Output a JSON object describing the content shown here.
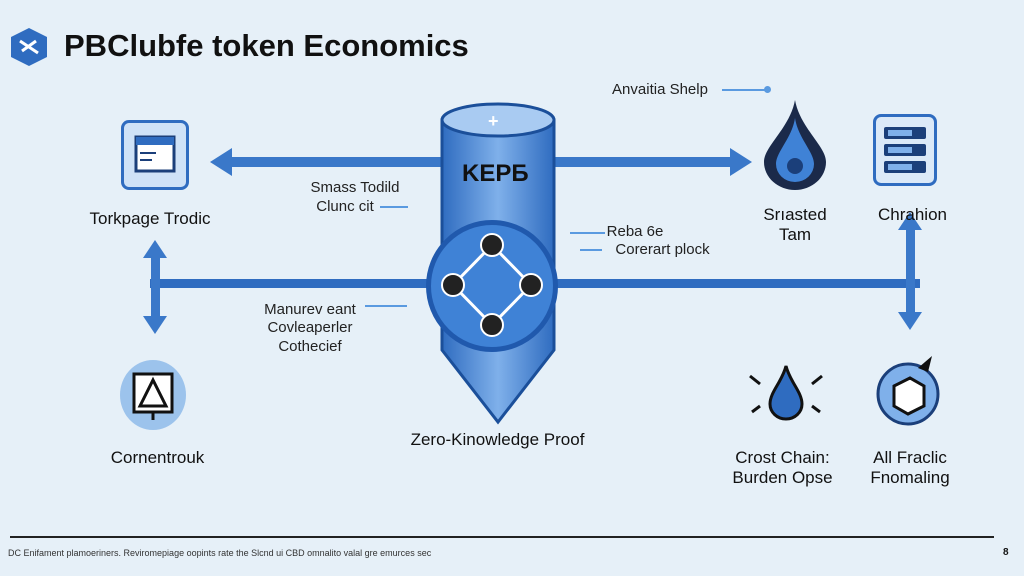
{
  "header": {
    "title": "PBClubfe token Economics"
  },
  "center": {
    "cylinder_label": "KEPБ",
    "plus": "+",
    "caption": "Zero-Kinowledge Proof"
  },
  "annotations": {
    "top_right": "Anvaitia Shelp",
    "left_upper": [
      "Smass Todild",
      "Clunc cit"
    ],
    "right_mid": [
      "Reba 6e",
      "Corerart plock"
    ],
    "left_lower": [
      "Manurev eant",
      "Covleaperler",
      "Cothecief"
    ]
  },
  "nodes": [
    {
      "label": "Torkpage Trodic",
      "icon": "browser-window-icon"
    },
    {
      "label": "Cornentrouk",
      "icon": "network-triangle-icon"
    },
    {
      "label": "Srıasted Tam",
      "icon": "teardrop-icon"
    },
    {
      "label": "Chrahion",
      "icon": "server-stack-icon"
    },
    {
      "label": "Crost Chain: Burden Opse",
      "icon": "droplet-icon"
    },
    {
      "label": "All Fraclic Fnomaling",
      "icon": "globe-cube-icon"
    }
  ],
  "footer": {
    "text": "DC Enifament plamoeriners. Reviromepiage oopints rate the Slcnd ui CBD omnalito valal gre emurces sec",
    "page": "8"
  },
  "colors": {
    "accent": "#3a78c9",
    "dark": "#1b3f7a",
    "background": "#e6f0f8"
  }
}
